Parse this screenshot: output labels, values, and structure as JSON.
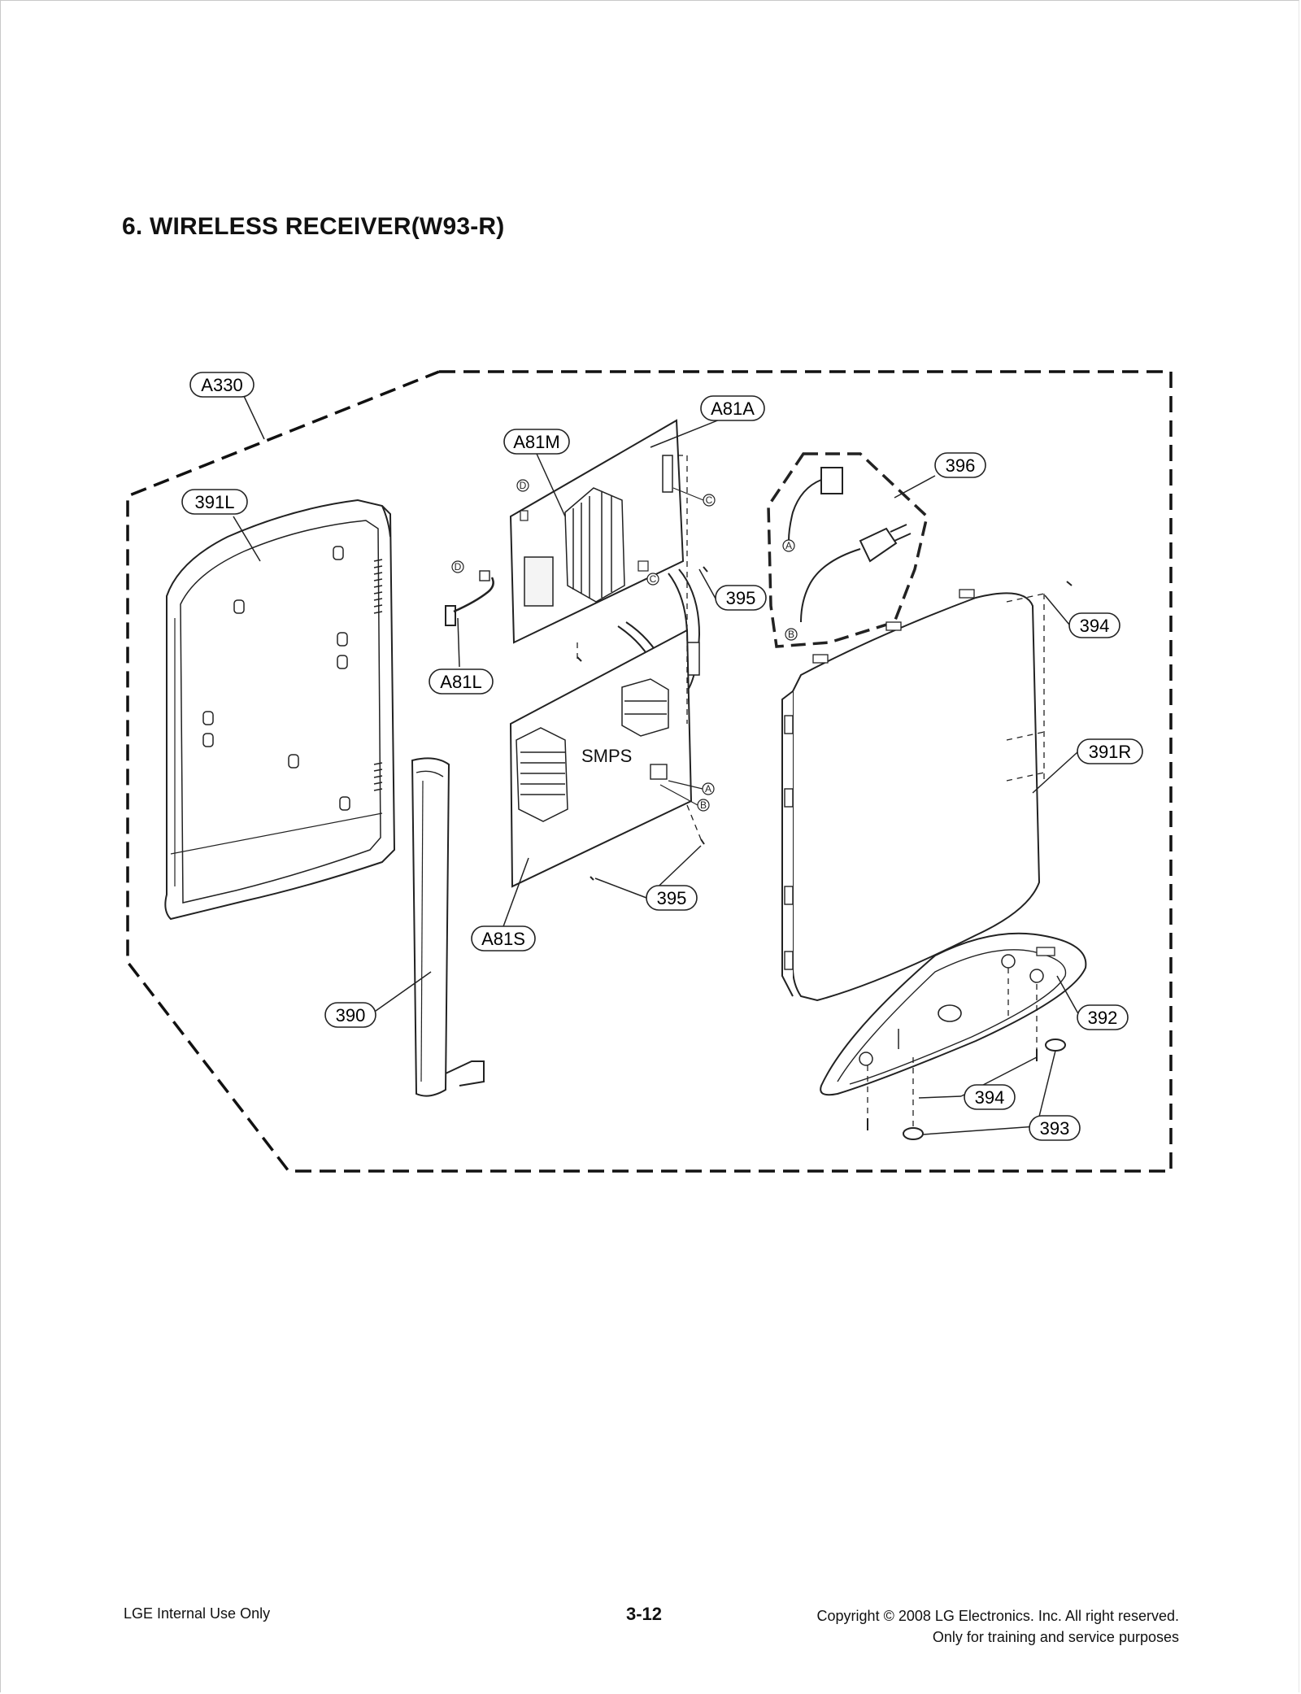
{
  "document": {
    "title": "6. WIRELESS RECEIVER(W93-R)",
    "footer_left": "LGE Internal Use Only",
    "footer_page": "3-12",
    "footer_copyright": "Copyright © 2008 LG Electronics. Inc. All right reserved.",
    "footer_purpose": "Only for training and service purposes"
  },
  "callouts": {
    "a330": "A330",
    "a81a": "A81A",
    "a81m": "A81M",
    "c396": "396",
    "c391l": "391L",
    "c395_top": "395",
    "c394_right": "394",
    "a81l": "A81L",
    "c391r": "391R",
    "c395_bottom": "395",
    "a81s": "A81S",
    "c390": "390",
    "c392": "392",
    "c394_bottom": "394",
    "c393": "393"
  },
  "board_labels": {
    "smps": "SMPS"
  },
  "connector_marks": {
    "a": "A",
    "b": "B",
    "c": "C",
    "d": "D"
  }
}
